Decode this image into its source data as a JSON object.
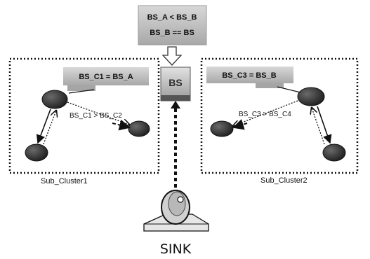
{
  "top_box": {
    "line1": "BS_A < BS_B",
    "line2": "BS_B == BS"
  },
  "bs_node": {
    "label": "BS"
  },
  "sink": {
    "label": "SINK"
  },
  "cluster_left": {
    "label": "Sub_Cluster1",
    "assignment": "BS_C1 = BS_A",
    "comparison": "BS_C1 > BS_C2"
  },
  "cluster_right": {
    "label": "Sub_Cluster2",
    "assignment": "BS_C3 = BS_B",
    "comparison": "BS_C3 > BS_C4"
  },
  "colors": {
    "node_fill": "#3b3b3b",
    "label_box_fill": "#bdbdbd",
    "bs_box_fill": "#c9c9c9",
    "border": "#111111"
  }
}
